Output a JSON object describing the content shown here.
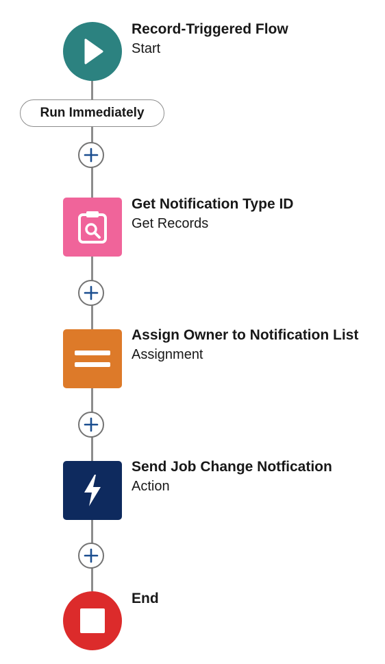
{
  "colors": {
    "start": "#2c8280",
    "get_records": "#f0649a",
    "assignment": "#dd7a29",
    "action": "#0e2a5e",
    "end": "#dc2b2b",
    "connector": "#8c8c8c",
    "add_icon": "#1b4e8f"
  },
  "start": {
    "title": "Record-Triggered Flow",
    "subtitle": "Start",
    "icon": "play-icon"
  },
  "path": {
    "label": "Run Immediately"
  },
  "elements": [
    {
      "title": "Get Notification Type ID",
      "subtitle": "Get Records",
      "icon": "clipboard-search-icon"
    },
    {
      "title": "Assign Owner to Notification List",
      "subtitle": "Assignment",
      "icon": "equals-icon"
    },
    {
      "title": "Send Job Change Notfication",
      "subtitle": "Action",
      "icon": "lightning-bolt-icon"
    }
  ],
  "end": {
    "title": "End",
    "icon": "stop-icon"
  }
}
